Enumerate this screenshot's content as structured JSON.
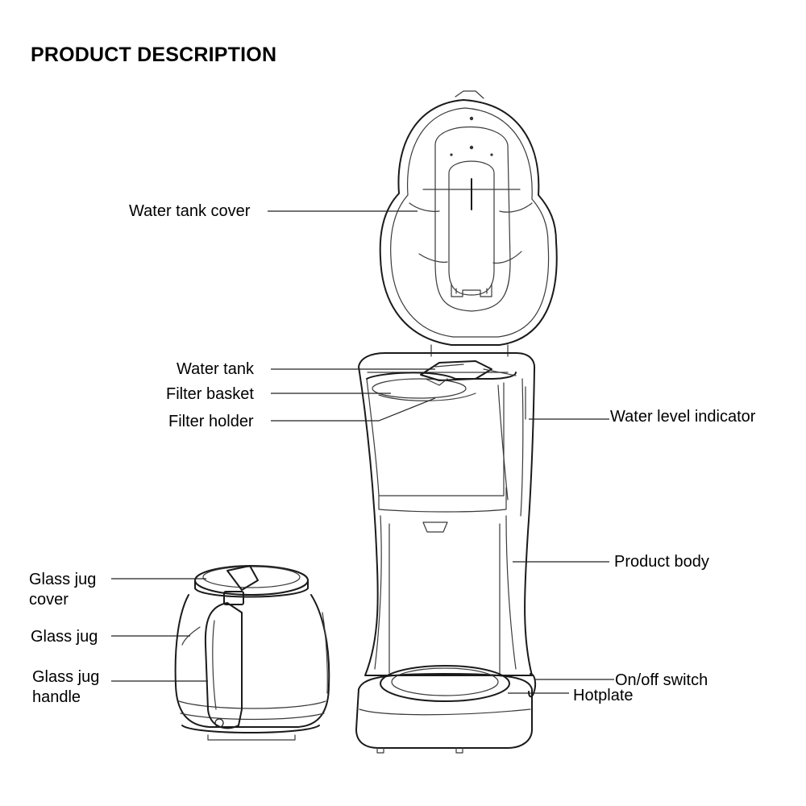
{
  "title": "PRODUCT DESCRIPTION",
  "labels": {
    "water_tank_cover": "Water tank cover",
    "water_tank": "Water tank",
    "filter_basket": "Filter basket",
    "filter_holder": "Filter holder",
    "water_level_indicator": "Water level indicator",
    "product_body": "Product body",
    "glass_jug_cover_line1": "Glass jug",
    "glass_jug_cover_line2": "cover",
    "glass_jug": "Glass jug",
    "glass_jug_handle_line1": "Glass jug",
    "glass_jug_handle_line2": "handle",
    "on_off_switch": "On/off switch",
    "hotplate": "Hotplate"
  }
}
